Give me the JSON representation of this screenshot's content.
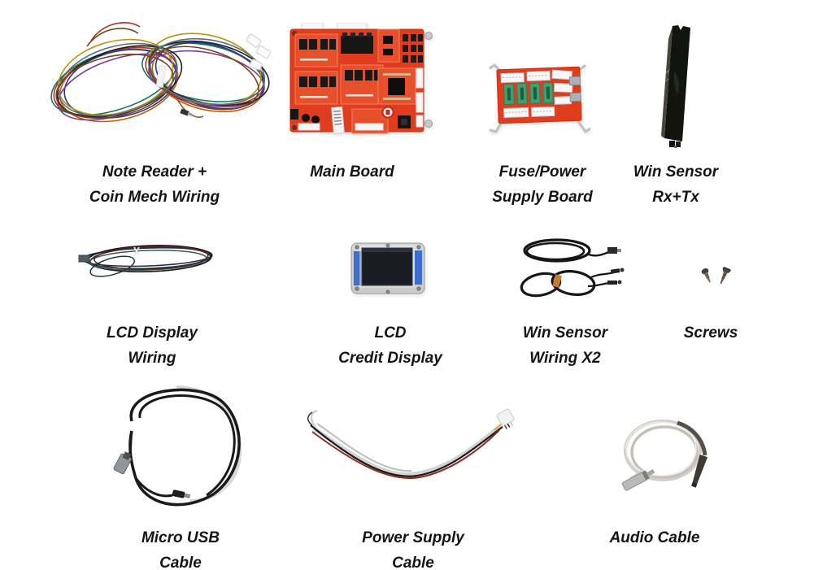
{
  "page": {
    "background": "#ffffff",
    "description_labels_font_color": "#141414"
  },
  "colors": {
    "pcb_red": "#e03c1e",
    "daughter_card_red": "#e8502c",
    "fuse_green": "#3f9f6f",
    "connector_white": "#f7f7f7",
    "cable_black": "#1a1a1a",
    "cable_white": "#d4d4d4",
    "metal_silver": "#b9b9b9",
    "lcd_bezel": "#cbcbcb",
    "lcd_screen": "#191c22",
    "lcd_pcb_blue": "#3a6fd0",
    "tie_orange": "#c87a30"
  },
  "parts": [
    {
      "id": "note-reader-coin-mech-wiring",
      "line1": "Note Reader +",
      "line2": "Coin Mech Wiring"
    },
    {
      "id": "main-board",
      "line1": "Main Board",
      "line2": ""
    },
    {
      "id": "fuse-power-supply-board",
      "line1": "Fuse/Power",
      "line2": "Supply Board"
    },
    {
      "id": "win-sensor-rx-tx",
      "line1": "Win Sensor",
      "line2": "Rx+Tx"
    },
    {
      "id": "lcd-display-wiring",
      "line1": "LCD Display",
      "line2": "Wiring"
    },
    {
      "id": "lcd-credit-display",
      "line1": "LCD",
      "line2": "Credit Display"
    },
    {
      "id": "win-sensor-wiring-x2",
      "line1": "Win Sensor",
      "line2": "Wiring X2"
    },
    {
      "id": "screws",
      "line1": "Screws",
      "line2": ""
    },
    {
      "id": "micro-usb-cable",
      "line1": "Micro USB",
      "line2": "Cable"
    },
    {
      "id": "power-supply-cable",
      "line1": "Power Supply",
      "line2": "Cable"
    },
    {
      "id": "audio-cable",
      "line1": "Audio Cable",
      "line2": ""
    }
  ]
}
